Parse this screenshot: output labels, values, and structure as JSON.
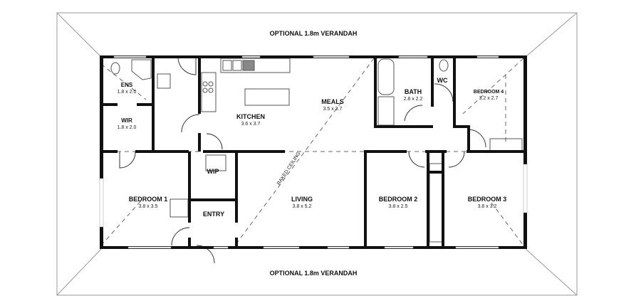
{
  "verandah_top": "OPTIONAL 1.8m VERANDAH",
  "verandah_bottom": "OPTIONAL 1.8m VERANDAH",
  "raked_ceiling": "RAKED CEILING",
  "rooms": {
    "ens": {
      "name": "ENS",
      "size": "1.8 x 2.0"
    },
    "wir": {
      "name": "WIR",
      "size": "1.8 x 2.0"
    },
    "kitchen": {
      "name": "KITCHEN",
      "size": "3.6 x 3.7"
    },
    "meals": {
      "name": "MEALS",
      "size": "3.5 x 3.7"
    },
    "bath": {
      "name": "BATH",
      "size": "2.8 x 2.2"
    },
    "wc": {
      "name": "WC"
    },
    "bedroom4": {
      "name": "BEDROOM 4",
      "size": "3.2 x 2.7"
    },
    "wip": {
      "name": "WIP"
    },
    "bedroom1": {
      "name": "BEDROOM 1",
      "size": "3.8 x 3.5"
    },
    "entry": {
      "name": "ENTRY"
    },
    "living": {
      "name": "LIVING",
      "size": "3.8 x 5.2"
    },
    "bedroom2": {
      "name": "BEDROOM 2",
      "size": "3.8 x 2.5"
    },
    "bedroom3": {
      "name": "BEDROOM 3",
      "size": "3.8 x 3.2"
    }
  },
  "colors": {
    "wall": "#111111",
    "line": "#888888",
    "background": "#ffffff"
  }
}
